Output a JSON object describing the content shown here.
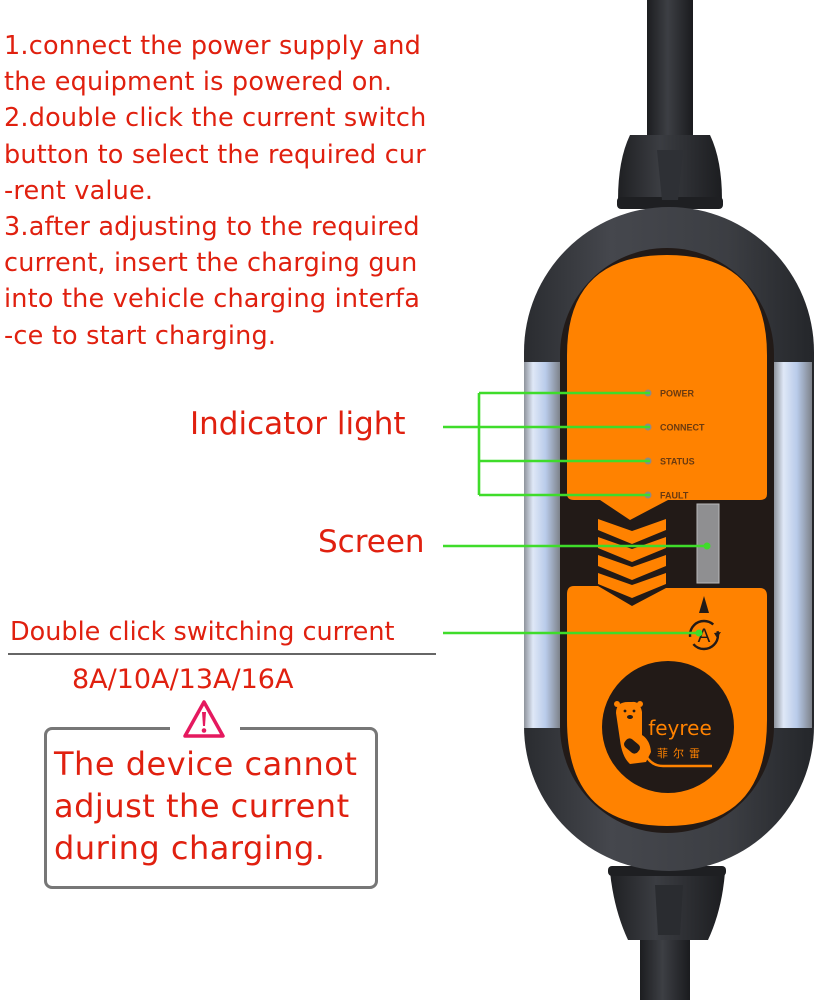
{
  "instructions": [
    "1.connect the power supply and",
    "the equipment is powered on.",
    "2.double click the current switch",
    "button to select the required cur",
    "-rent value.",
    "3.after adjusting to the required",
    "current, insert the charging gun",
    "into the vehicle charging interfa",
    "-ce to start charging."
  ],
  "callouts": {
    "indicator_light": "Indicator light",
    "screen": "Screen",
    "switch": "Double click switching current",
    "current_values": "8A/10A/13A/16A"
  },
  "warning": {
    "icon": "warning-triangle-icon",
    "lines": [
      "The device cannot",
      "adjust the current",
      "during charging."
    ]
  },
  "device": {
    "indicators": [
      "POWER",
      "CONNECT",
      "STATUS",
      "FAULT"
    ],
    "button_label": "A",
    "brand": "feyree",
    "brand_cn": "菲尔雷",
    "colors": {
      "panel": "#ff8200",
      "body": "#34363b",
      "dark": "#221a17",
      "trim": "#c8d6ee",
      "callout_line": "#3fdc2a",
      "text_red": "#e0200f",
      "warning_pink": "#e5195f"
    }
  }
}
